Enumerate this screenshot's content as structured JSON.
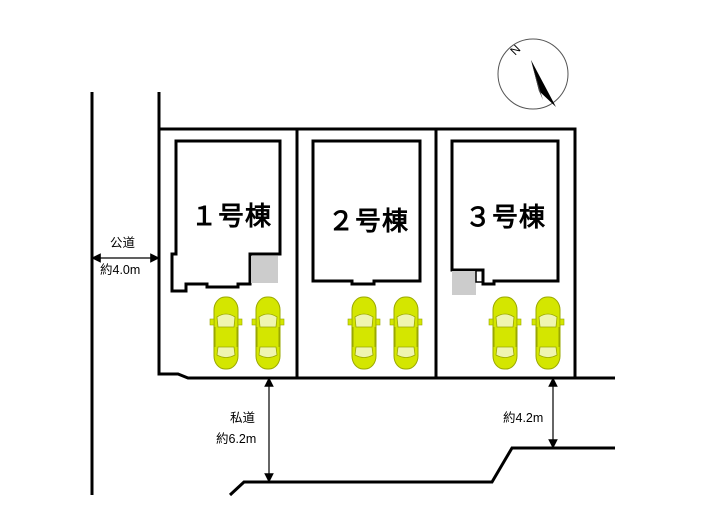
{
  "buildings": [
    {
      "label": "１号棟"
    },
    {
      "label": "２号棟"
    },
    {
      "label": "３号棟"
    }
  ],
  "roads": {
    "public": {
      "name": "公道",
      "width": "約4.0m"
    },
    "private": {
      "name": "私道",
      "width": "約6.2m"
    },
    "east": {
      "width": "約4.2m"
    }
  },
  "compass": {
    "north_label": "N"
  },
  "colors": {
    "line": "#000000",
    "car_body": "#d4e600",
    "car_glass": "#eff5b0",
    "meter_box": "#cccccc"
  },
  "parking": {
    "cars_per_lot": 2
  }
}
